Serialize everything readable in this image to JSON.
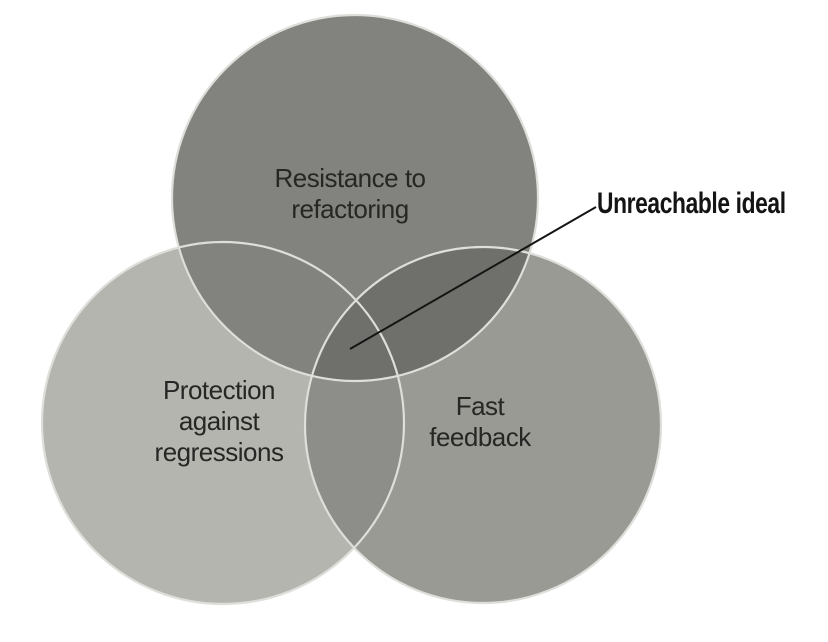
{
  "diagram": {
    "type": "venn",
    "background_color": "#ffffff",
    "outline_color": "#dededa",
    "label_color": "#262624",
    "sets": {
      "top": {
        "label": "Resistance to refactoring",
        "lines": [
          "Resistance to",
          "refactoring"
        ],
        "fill": "#82827e"
      },
      "left": {
        "label": "Protection against regressions",
        "lines": [
          "Protection",
          "against",
          "regressions"
        ],
        "fill": "#b5b5b0"
      },
      "right": {
        "label": "Fast feedback",
        "lines": [
          "Fast",
          "feedback"
        ],
        "fill": "#9a9a95"
      }
    },
    "overlaps": {
      "left_right_fill": "#8d8d89",
      "top_right_fill": "#6f6f6b",
      "center_fill": "#6f6f6b"
    },
    "annotation": {
      "label": "Unreachable ideal",
      "color": "#141414",
      "line_color": "#141414"
    }
  }
}
